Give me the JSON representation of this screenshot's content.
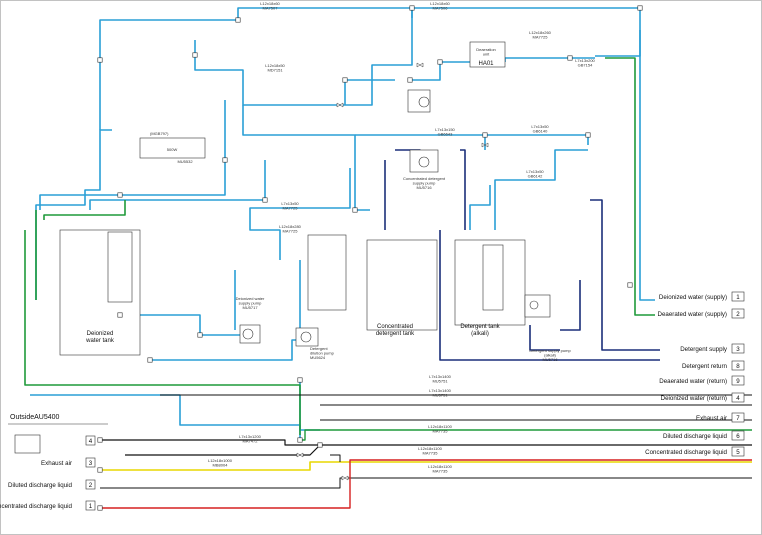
{
  "colors": {
    "water": "#2a9fd6",
    "deaerated": "#1f9a3a",
    "detergent": "#1b2f7a",
    "exhaust": "#111111",
    "diluted": "#e8d700",
    "concentrated": "#d62020"
  },
  "header": {
    "title": "OutsideAU5400"
  },
  "equipment": {
    "deionized_tank": "Deionized\nwater tank",
    "concentrated_tank": "Concentrated\ndetergent tank",
    "detergent_tank": "Detergent tank\n(alkali)",
    "deaeration_unit": "Deaeration\nunit",
    "deaeration_code": "HA01",
    "heater_power": "500W",
    "heater_code": "(MGB797)",
    "heater_tag": "MU5532",
    "conc_pump": "Concentrated detergent\nsupply pump\nMU5716",
    "deion_pump": "Deionized water\nsupply pump\nMU5717",
    "dilution_pump": "Detergent\ndilution pump\nMU5624",
    "det_supply_pump": "Detergent supply pump\n(alkali)\nMU5716"
  },
  "destinations": [
    {
      "no": "1",
      "label": "Deionized water (supply)"
    },
    {
      "no": "2",
      "label": "Deaerated water (supply)"
    },
    {
      "no": "3",
      "label": "Detergent supply"
    },
    {
      "no": "8",
      "label": "Detergent return"
    },
    {
      "no": "9",
      "label": "Deaerated water (return)"
    },
    {
      "no": "4",
      "label": "Deionized water (return)"
    },
    {
      "no": "7",
      "label": "Exhaust air"
    },
    {
      "no": "6",
      "label": "Diluted discharge liquid"
    },
    {
      "no": "5",
      "label": "Concentrated discharge liquid"
    }
  ],
  "outside": [
    {
      "no": "4",
      "label": ""
    },
    {
      "no": "3",
      "label": "Exhaust air"
    },
    {
      "no": "2",
      "label": "Diluted discharge liquid"
    },
    {
      "no": "1",
      "label": "Concentrated discharge liquid"
    }
  ],
  "pipe_labels": [
    "L12x18x60\nMA7507",
    "L12x18x60\nMA7506",
    "L12x18x260\nMA7725",
    "L7x13x200\nGB7154",
    "L12x18x50\nMD7151",
    "L7x13x150\nGB6643",
    "L7x13x50\nGB6140",
    "L7x13x50\nGB6142",
    "L7x13x50\nMA7725",
    "L12x18x280\nMA7725",
    "L7x13x1400\nMU5751",
    "L12x18x1100\nMA7735",
    "L12x18x1000\nMB8004",
    "L7x13x1400\nMU5751",
    "L12x18x1100\nMA7735",
    "L7x13x1200\nMA7472",
    "L12x18x1100\nMA7735"
  ]
}
